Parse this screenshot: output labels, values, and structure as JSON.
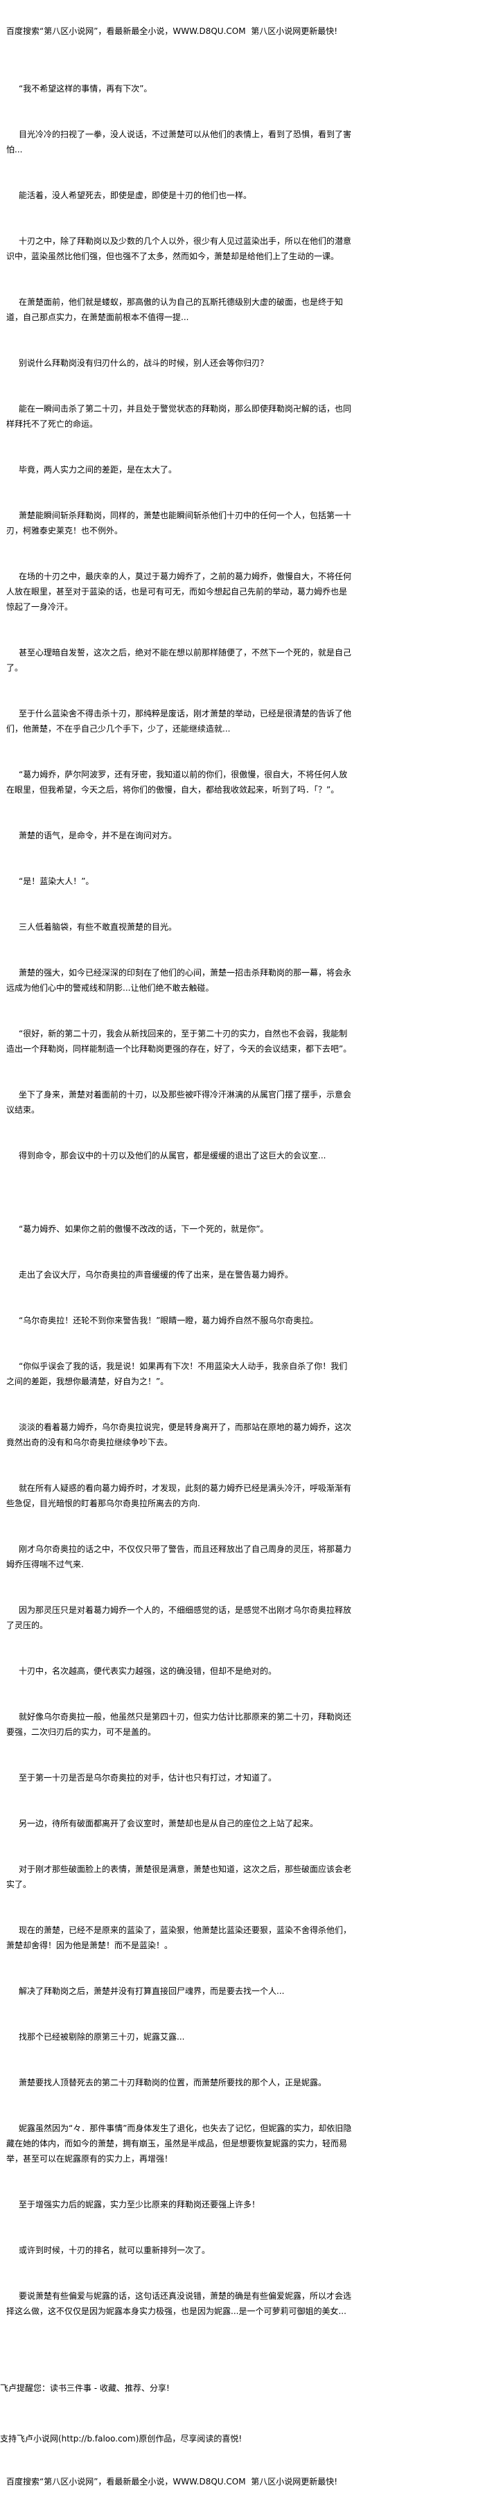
{
  "banner": "百度搜索“第八区小说网”，看最新最全小说，WWW.D8QU.COM  第八区小说网更新最快!",
  "paragraphs": [
    "“我不希望这样的事情，再有下次”。",
    "目光冷冷的扫视了一拳，没人说话，不过萧楚可以从他们的表情上，看到了恐惧，看到了害怕...",
    "能活着，没人希望死去，即使是虚，即使是十刃的他们也一样。",
    "十刃之中，除了拜勒岗以及少数的几个人以外，很少有人见过蓝染出手，所以在他们的潜意识中，蓝染虽然比他们强，但也强不了太多，然而如今，萧楚却是给他们上了生动的一课。",
    "在萧楚面前，他们就是蝼蚁，那高傲的认为自己的瓦斯托德级别大虚的破面，也是终于知道，自己那点实力，在萧楚面前根本不值得一提...",
    "别说什么拜勒岗没有归刃什么的，战斗的时候，别人还会等你归刃？",
    "能在一瞬间击杀了第二十刃，并且处于警觉状态的拜勒岗，那么即使拜勒岗卍解的话，也同样拜托不了死亡的命运。",
    "毕竟，两人实力之间的差距，是在太大了。",
    "萧楚能瞬间斩杀拜勒岗，同样的，萧楚也能瞬间斩杀他们十刃中的任何一个人，包括第一十刃，柯雅泰史莱克！也不例外。",
    "在场的十刃之中，最庆幸的人，莫过于葛力姆乔了，之前的葛力姆乔，傲慢自大，不将任何人放在眼里，甚至对于蓝染的话，也是可有可无，而如今想起自己先前的举动，葛力姆乔也是惊起了一身冷汗。",
    "甚至心理暗自发誓，这次之后，绝对不能在想以前那样随便了，不然下一个死的，就是自己了。",
    "至于什么蓝染舍不得击杀十刃，那纯粹是废话，刚才萧楚的举动，已经是很清楚的告诉了他们，他萧楚，不在乎自己少几个手下，少了，还能继续造就...",
    "“葛力姆乔，萨尔阿波罗，还有牙密，我知道以前的你们，很傲慢，很自大，不将任何人放在眼里，但我希望，今天之后，将你们的傲慢，自大，都给我收敛起来，听到了吗．「？”。",
    "萧楚的语气，是命令，并不是在询问对方。",
    "“是！蓝染大人！”。",
    "三人低着脑袋，有些不敢直视萧楚的目光。",
    "萧楚的强大，如今已经深深的印刻在了他们的心间，萧楚一招击杀拜勒岗的那一幕，将会永远成为他们心中的警戒线和阴影...让他们绝不敢去触碰。",
    "“很好，新的第二十刃，我会从新找回来的，至于第二十刃的实力，自然也不会弱，我能制造出一个拜勒岗，同样能制造一个比拜勒岗更强的存在，好了，今天的会议结束，都下去吧”。",
    "坐下了身来，萧楚对着面前的十刃，以及那些被吓得冷汗淋漓的从属官门摆了摆手，示意会议结束。",
    "得到命令，那会议中的十刃以及他们的从属官，都是缓缓的退出了这巨大的会议室...",
    "“葛力姆乔、如果你之前的傲慢不改改的话，下一个死的，就是你”。",
    "走出了会议大厅，乌尔奇奥拉的声音缓缓的传了出来，是在警告葛力姆乔。",
    "“乌尔奇奥拉！还轮不到你来警告我！”眼睛一瞪，葛力姆乔自然不服乌尔奇奥拉。",
    "“你似乎误会了我的话，我是说！如果再有下次！不用蓝染大人动手，我亲自杀了你！我们之间的差距，我想你最清楚，好自为之！”。",
    "淡淡的看着葛力姆乔，乌尔奇奥拉说完，便是转身离开了，而那站在原地的葛力姆乔，这次竟然出奇的没有和乌尔奇奥拉继续争吵下去。",
    "就在所有人疑惑的看向葛力姆乔时，才发现，此刻的葛力姆乔已经是满头冷汗，呼吸渐渐有些急促，目光暗恨的盯着那乌尔奇奥拉所离去的方向.",
    "刚才乌尔奇奥拉的话之中，不仅仅只带了警告，而且还释放出了自己周身的灵压，将那葛力姆乔压得喘不过气来.",
    "因为那灵压只是对着葛力姆乔一个人的，不细细感觉的话，是感觉不出刚才乌尔奇奥拉释放了灵压的。",
    "十刃中，名次越高，便代表实力越强，这的确没错，但却不是绝对的。",
    "就好像乌尔奇奥拉一般，他虽然只是第四十刃，但实力估计比那原来的第二十刃，拜勒岗还要强，二次归刃后的实力，可不是盖的。",
    "至于第一十刃是否是乌尔奇奥拉的对手，估计也只有打过，才知道了。",
    "另一边，待所有破面都离开了会议室时，萧楚却也是从自己的座位之上站了起来。",
    "对于刚才那些破面脸上的表情，萧楚很是满意，萧楚也知道，这次之后，那些破面应该会老实了。",
    "现在的萧楚，已经不是原来的蓝染了，蓝染狠，他萧楚比蓝染还要狠，蓝染不舍得杀他们，萧楚却舍得！因为他是萧楚！而不是蓝染！。",
    "解决了拜勒岗之后，萧楚并没有打算直接回尸魂界，而是要去找一个人...",
    "找那个已经被剔除的原第三十刃，妮露艾露...",
    "萧楚要找人顶替死去的第二十刃拜勒岗的位置，而萧楚所要找的那个人，正是妮露。",
    "妮露虽然因为“々．那件事情”而身体发生了退化，也失去了记忆，但妮露的实力，却依旧隐藏在她的体内，而如今的萧楚，拥有崩玉，虽然是半成品，但是想要恢复妮露的实力，轻而易举，甚至可以在妮露原有的实力上，再增强！",
    "至于增强实力后的妮露，实力至少比原来的拜勒岗还要强上许多！",
    "或许到时候，十刃的排名，就可以重新排列一次了。",
    "要说萧楚有些偏爱与妮露的话，这句话还真没说错，萧楚的确是有些偏爱妮露，所以才会选择这么做，这不仅仅是因为妮露本身实力极强，也是因为妮露...是一个可萝莉可御姐的美女..."
  ],
  "footer": {
    "reminder": "飞卢提醒您：读书三件事 - 收藏、推荐、分享!",
    "support": "支持飞卢小说网(http://b.faloo.com)原创作品，尽享阅读的喜悦!",
    "banner": "百度搜索“第八区小说网”，看最新最全小说，WWW.D8QU.COM  第八区小说网更新最快!"
  }
}
